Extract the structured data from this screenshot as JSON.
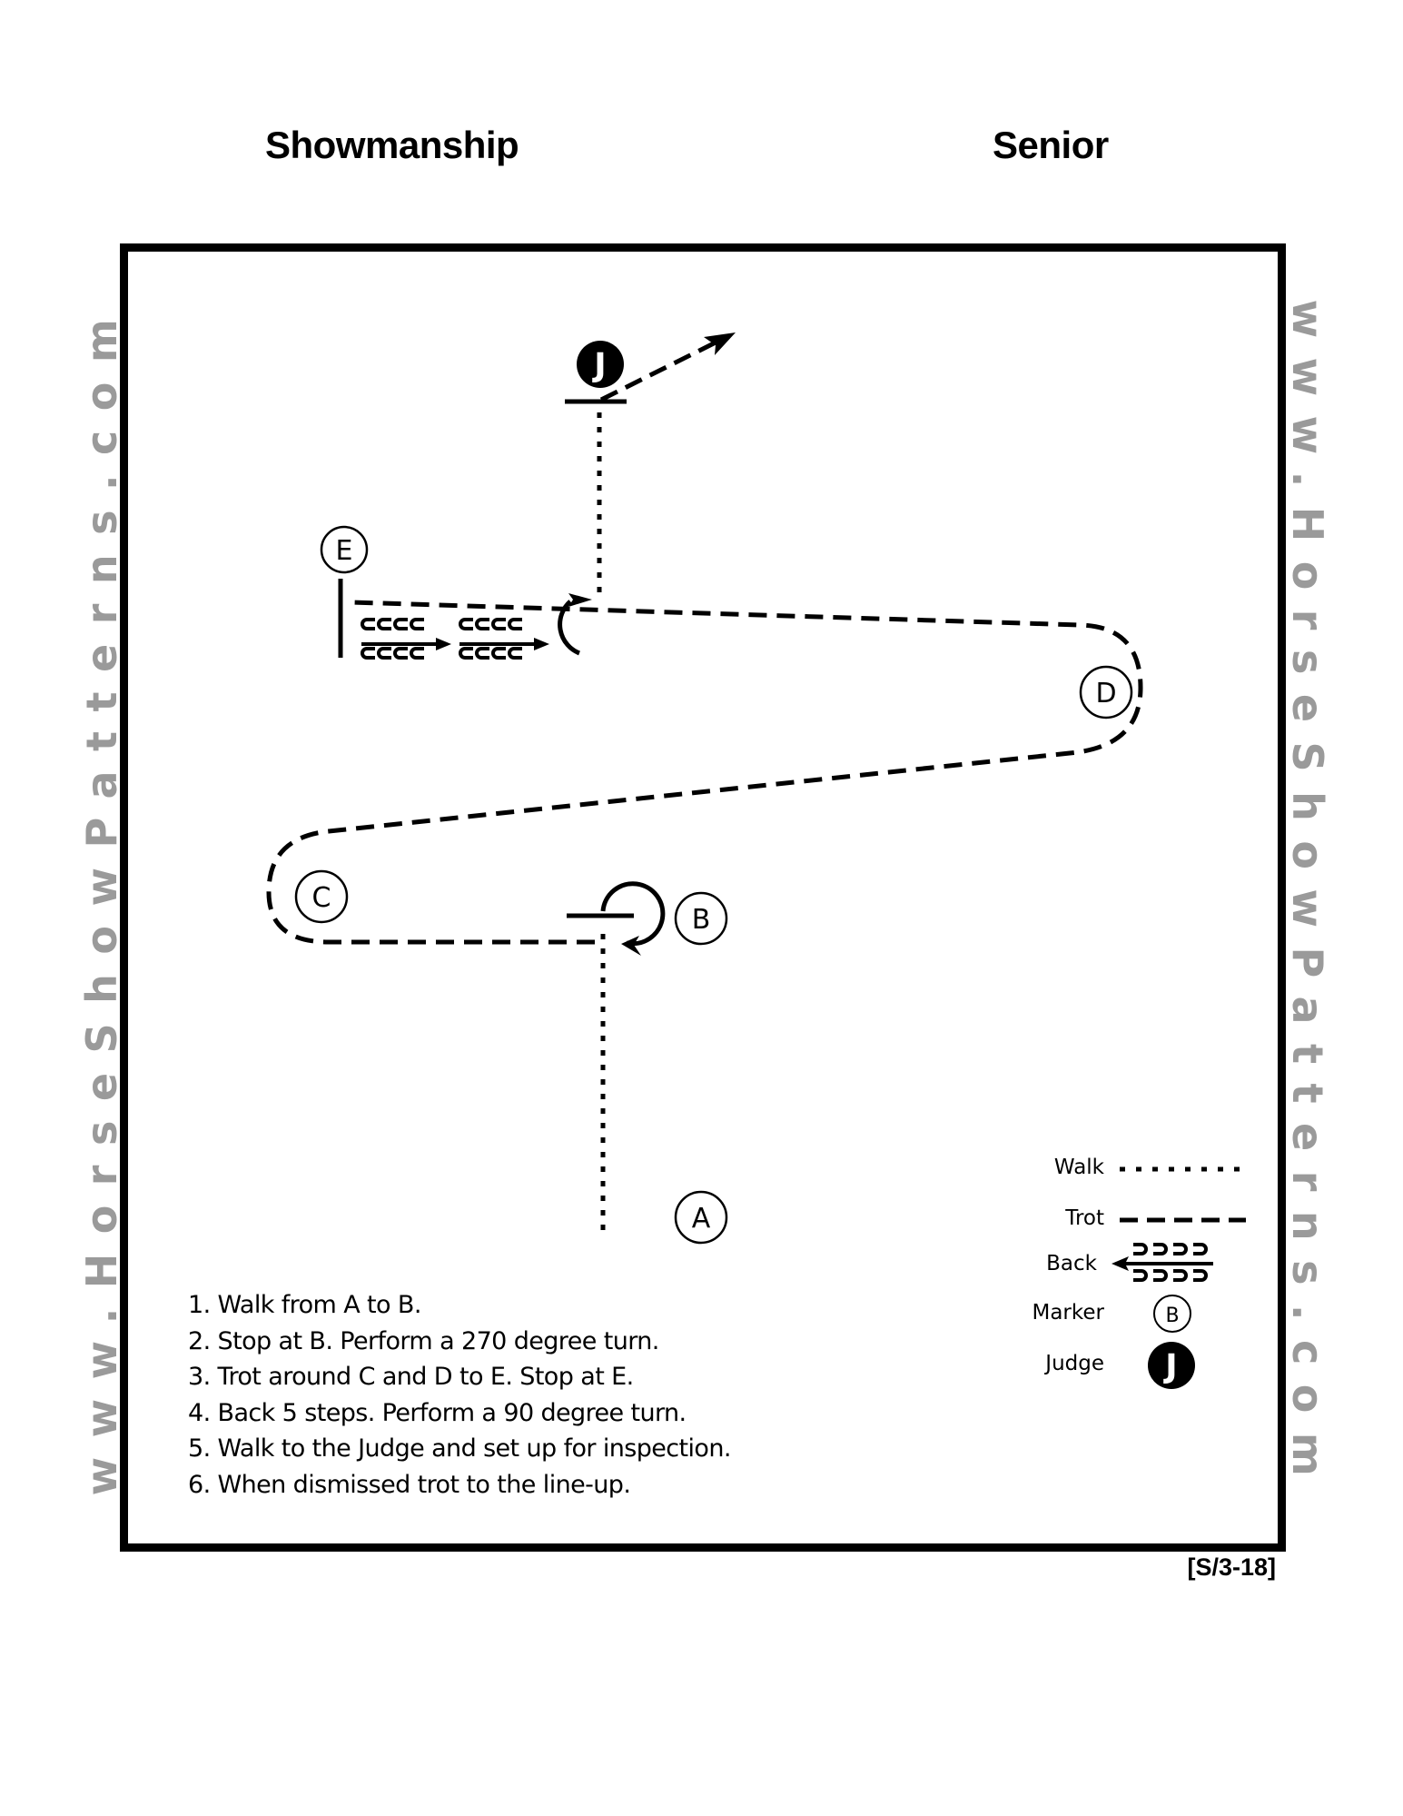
{
  "header": {
    "class_name": "Showmanship",
    "division": "Senior"
  },
  "watermark": {
    "text": "www.HorseShowPatterns.com"
  },
  "pattern_code": "[S/3-18]",
  "markers": [
    {
      "label": "A"
    },
    {
      "label": "B"
    },
    {
      "label": "C"
    },
    {
      "label": "D"
    },
    {
      "label": "E"
    }
  ],
  "judge": {
    "label": "J"
  },
  "instructions": [
    "1. Walk from A to B.",
    "2. Stop at B.  Perform a 270 degree turn.",
    "3. Trot around C and D to E.  Stop at E.",
    "4. Back 5 steps.  Perform a 90 degree turn.",
    "5. Walk to the Judge and set up for inspection.",
    "6. When dismissed trot to the line-up."
  ],
  "legend": {
    "walk": "Walk",
    "trot": "Trot",
    "back": "Back",
    "marker": "Marker",
    "marker_example": "B",
    "judge": "Judge",
    "judge_example": "J"
  },
  "colors": {
    "ink": "#000000",
    "watermark": "#9a9a9a",
    "background": "#ffffff"
  }
}
